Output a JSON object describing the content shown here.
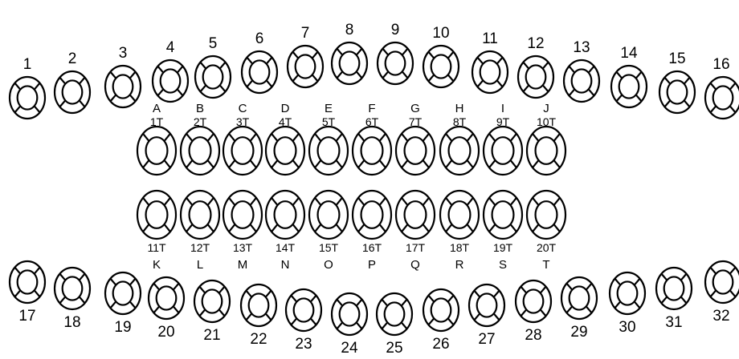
{
  "chart_data": {
    "type": "diagram",
    "permanent_upper": [
      "1",
      "2",
      "3",
      "4",
      "5",
      "6",
      "7",
      "8",
      "9",
      "10",
      "11",
      "12",
      "13",
      "14",
      "15",
      "16"
    ],
    "permanent_lower": [
      "17",
      "18",
      "19",
      "20",
      "21",
      "22",
      "23",
      "24",
      "25",
      "26",
      "27",
      "28",
      "29",
      "30",
      "31",
      "32"
    ],
    "primary_upper": [
      {
        "letter": "A",
        "code": "1T"
      },
      {
        "letter": "B",
        "code": "2T"
      },
      {
        "letter": "C",
        "code": "3T"
      },
      {
        "letter": "D",
        "code": "4T"
      },
      {
        "letter": "E",
        "code": "5T"
      },
      {
        "letter": "F",
        "code": "6T"
      },
      {
        "letter": "G",
        "code": "7T"
      },
      {
        "letter": "H",
        "code": "8T"
      },
      {
        "letter": "I",
        "code": "9T"
      },
      {
        "letter": "J",
        "code": "10T"
      }
    ],
    "primary_lower": [
      {
        "letter": "K",
        "code": "11T"
      },
      {
        "letter": "L",
        "code": "12T"
      },
      {
        "letter": "M",
        "code": "13T"
      },
      {
        "letter": "N",
        "code": "14T"
      },
      {
        "letter": "O",
        "code": "15T"
      },
      {
        "letter": "P",
        "code": "16T"
      },
      {
        "letter": "Q",
        "code": "17T"
      },
      {
        "letter": "R",
        "code": "18T"
      },
      {
        "letter": "S",
        "code": "19T"
      },
      {
        "letter": "T",
        "code": "20T"
      }
    ],
    "colors": {
      "stroke": "#000000",
      "background": "#ffffff"
    }
  }
}
